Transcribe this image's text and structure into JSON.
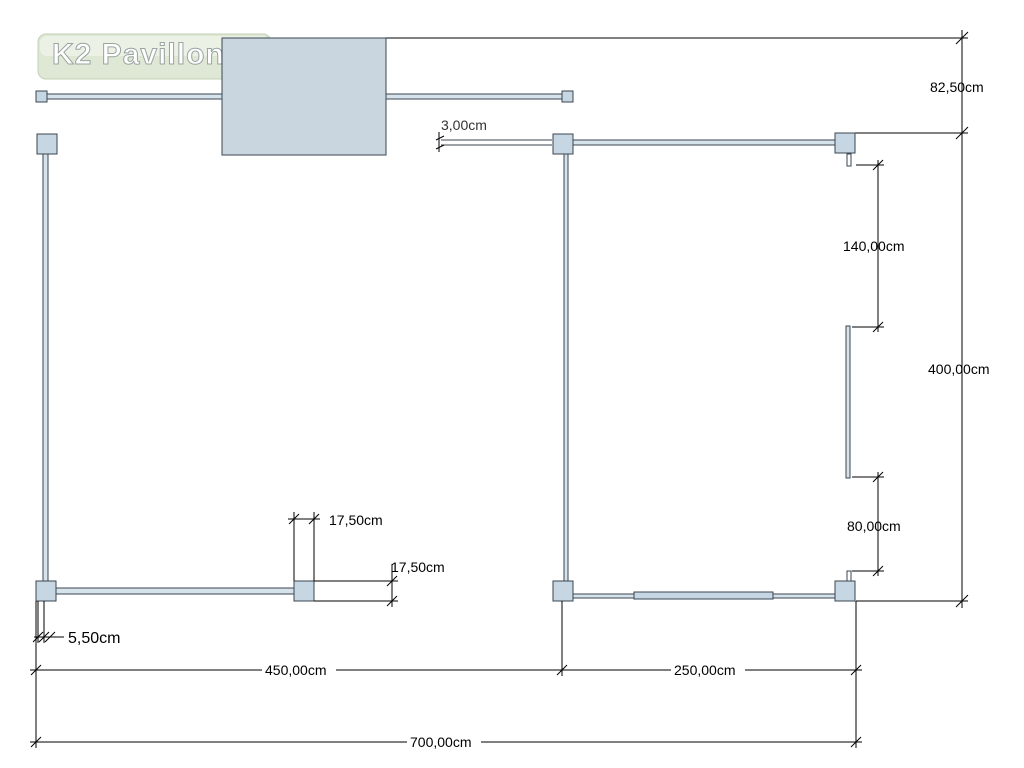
{
  "logo": {
    "text": "K2 Pavillon"
  },
  "colors": {
    "wall_fill": "#d6e3ec",
    "post_fill": "#c6d6e2",
    "roof_fill": "#c9d6df",
    "outline": "#3a4650",
    "dimension": "#000000",
    "logo_bg": "#dfe8d4"
  },
  "dimensions": {
    "roof_overhang": "82,50cm",
    "wall_gap": "3,00cm",
    "window_upper": "140,00cm",
    "total_depth": "400,00cm",
    "post_width": "17,50cm",
    "post_depth": "17,50cm",
    "wall_thickness": "5,50cm",
    "left_room_width": "450,00cm",
    "right_room_width": "250,00cm",
    "window_lower": "80,00cm",
    "total_width": "700,00cm"
  }
}
